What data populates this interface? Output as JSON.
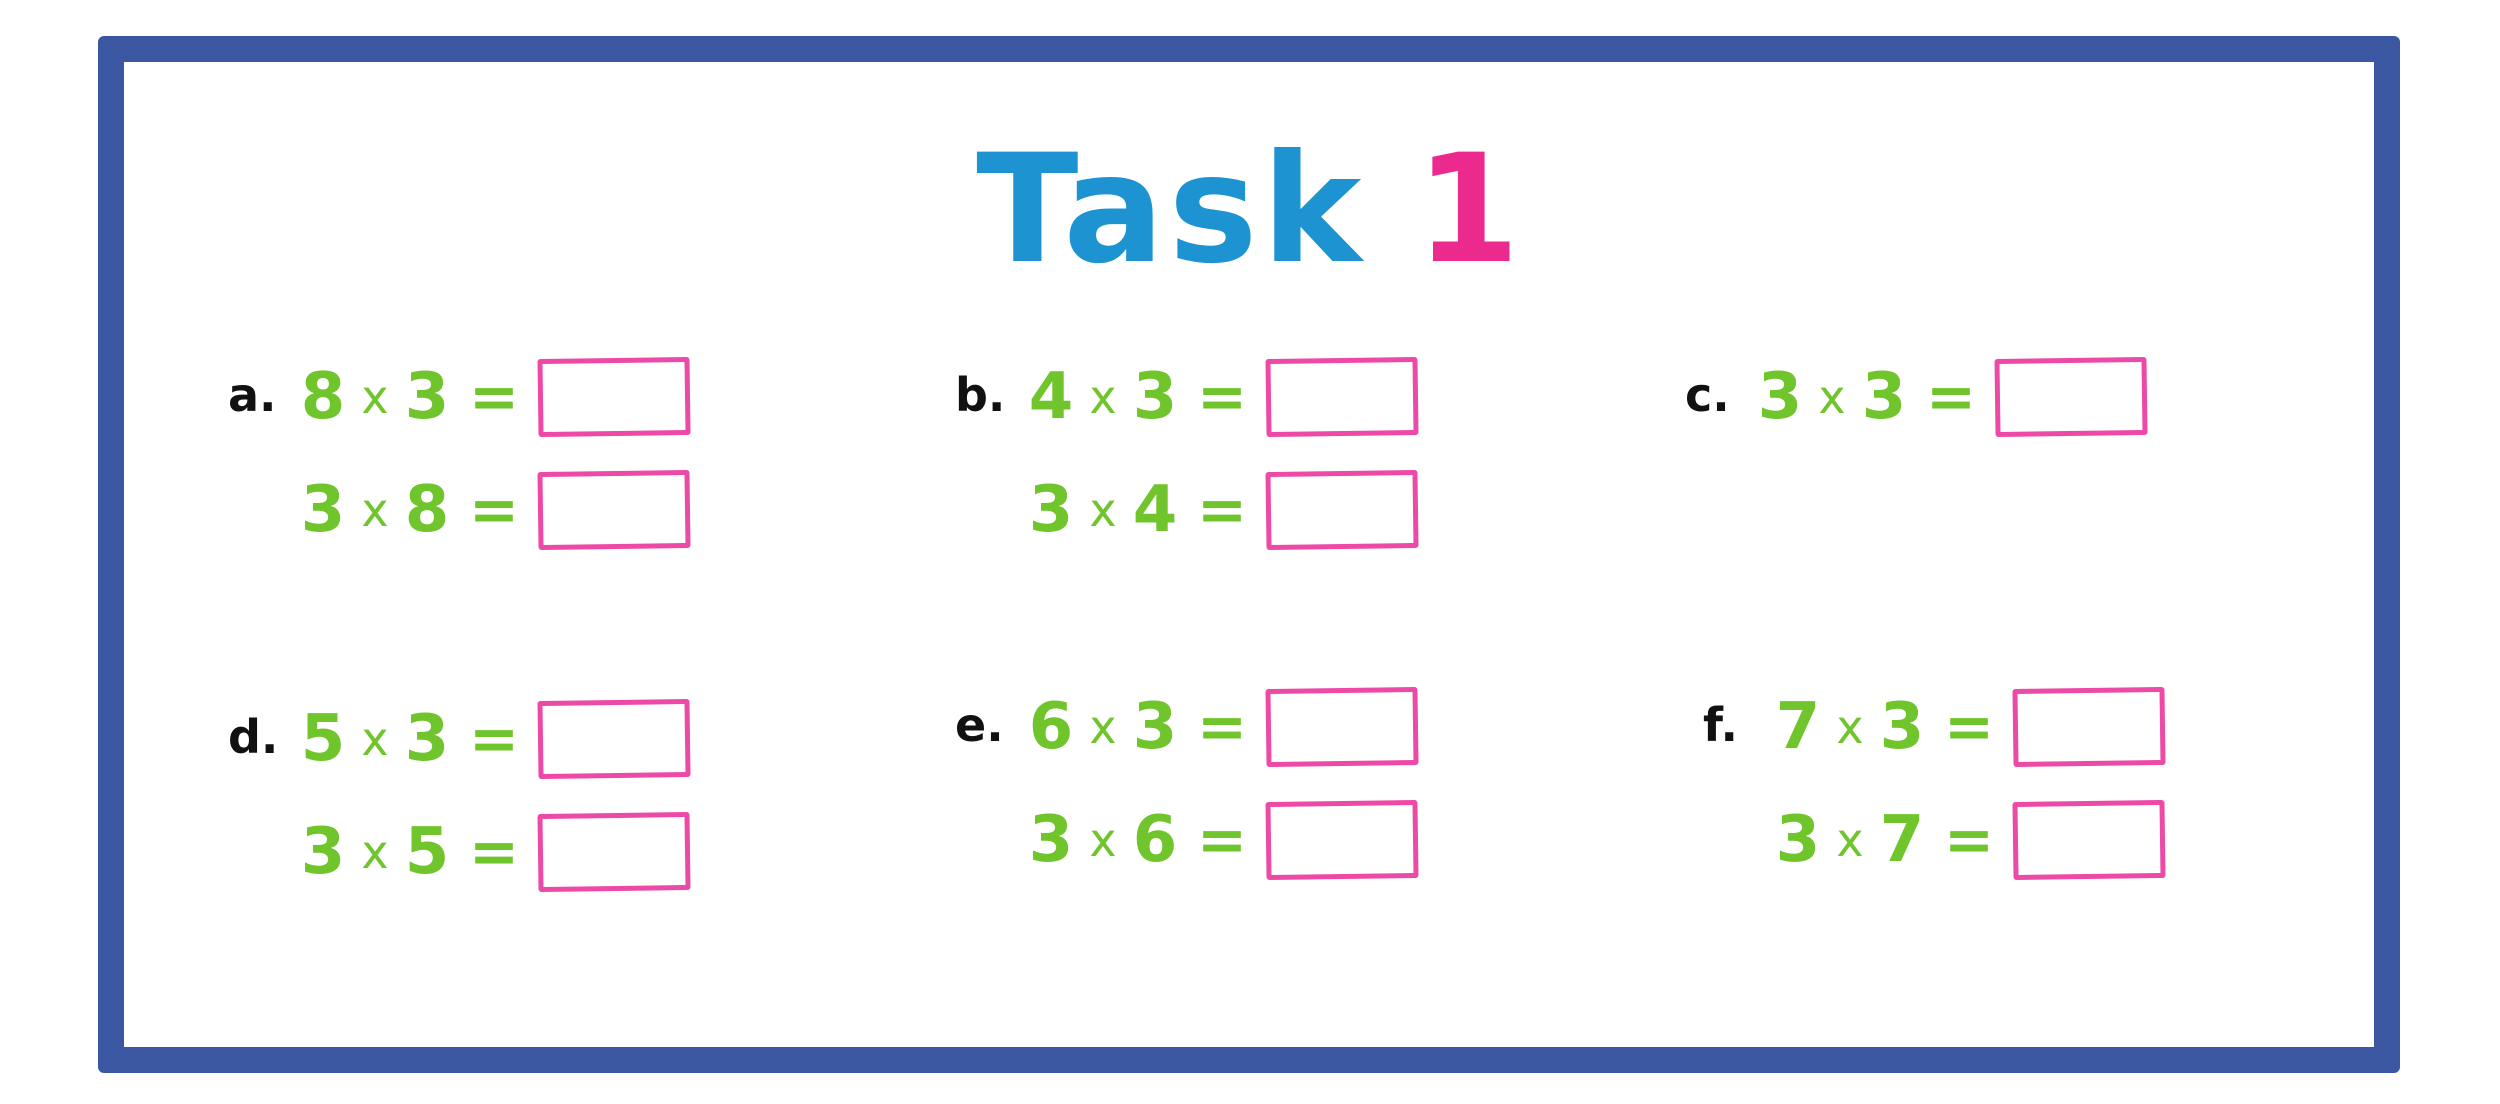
{
  "title": {
    "word": "Task",
    "number": "1"
  },
  "problems": [
    {
      "label": "a.",
      "lines": [
        {
          "left": "8",
          "op": "x",
          "right": "3",
          "equals": "="
        },
        {
          "left": "3",
          "op": "x",
          "right": "8",
          "equals": "="
        }
      ]
    },
    {
      "label": "b.",
      "lines": [
        {
          "left": "4",
          "op": "x",
          "right": "3",
          "equals": "="
        },
        {
          "left": "3",
          "op": "x",
          "right": "4",
          "equals": "="
        }
      ]
    },
    {
      "label": "c.",
      "lines": [
        {
          "left": "3",
          "op": "x",
          "right": "3",
          "equals": "="
        }
      ]
    },
    {
      "label": "d.",
      "lines": [
        {
          "left": "5",
          "op": "x",
          "right": "3",
          "equals": "="
        },
        {
          "left": "3",
          "op": "x",
          "right": "5",
          "equals": "="
        }
      ]
    },
    {
      "label": "e.",
      "lines": [
        {
          "left": "6",
          "op": "x",
          "right": "3",
          "equals": "="
        },
        {
          "left": "3",
          "op": "x",
          "right": "6",
          "equals": "="
        }
      ]
    },
    {
      "label": "f.",
      "lines": [
        {
          "left": "7",
          "op": "x",
          "right": "3",
          "equals": "="
        },
        {
          "left": "3",
          "op": "x",
          "right": "7",
          "equals": "="
        }
      ]
    }
  ],
  "colors": {
    "frame": "#3b57a1",
    "title_word": "#1e93d2",
    "title_number": "#ec2a8e",
    "numbers": "#6fc52b",
    "answer_box": "#ec4aa6",
    "labels": "#111111"
  }
}
